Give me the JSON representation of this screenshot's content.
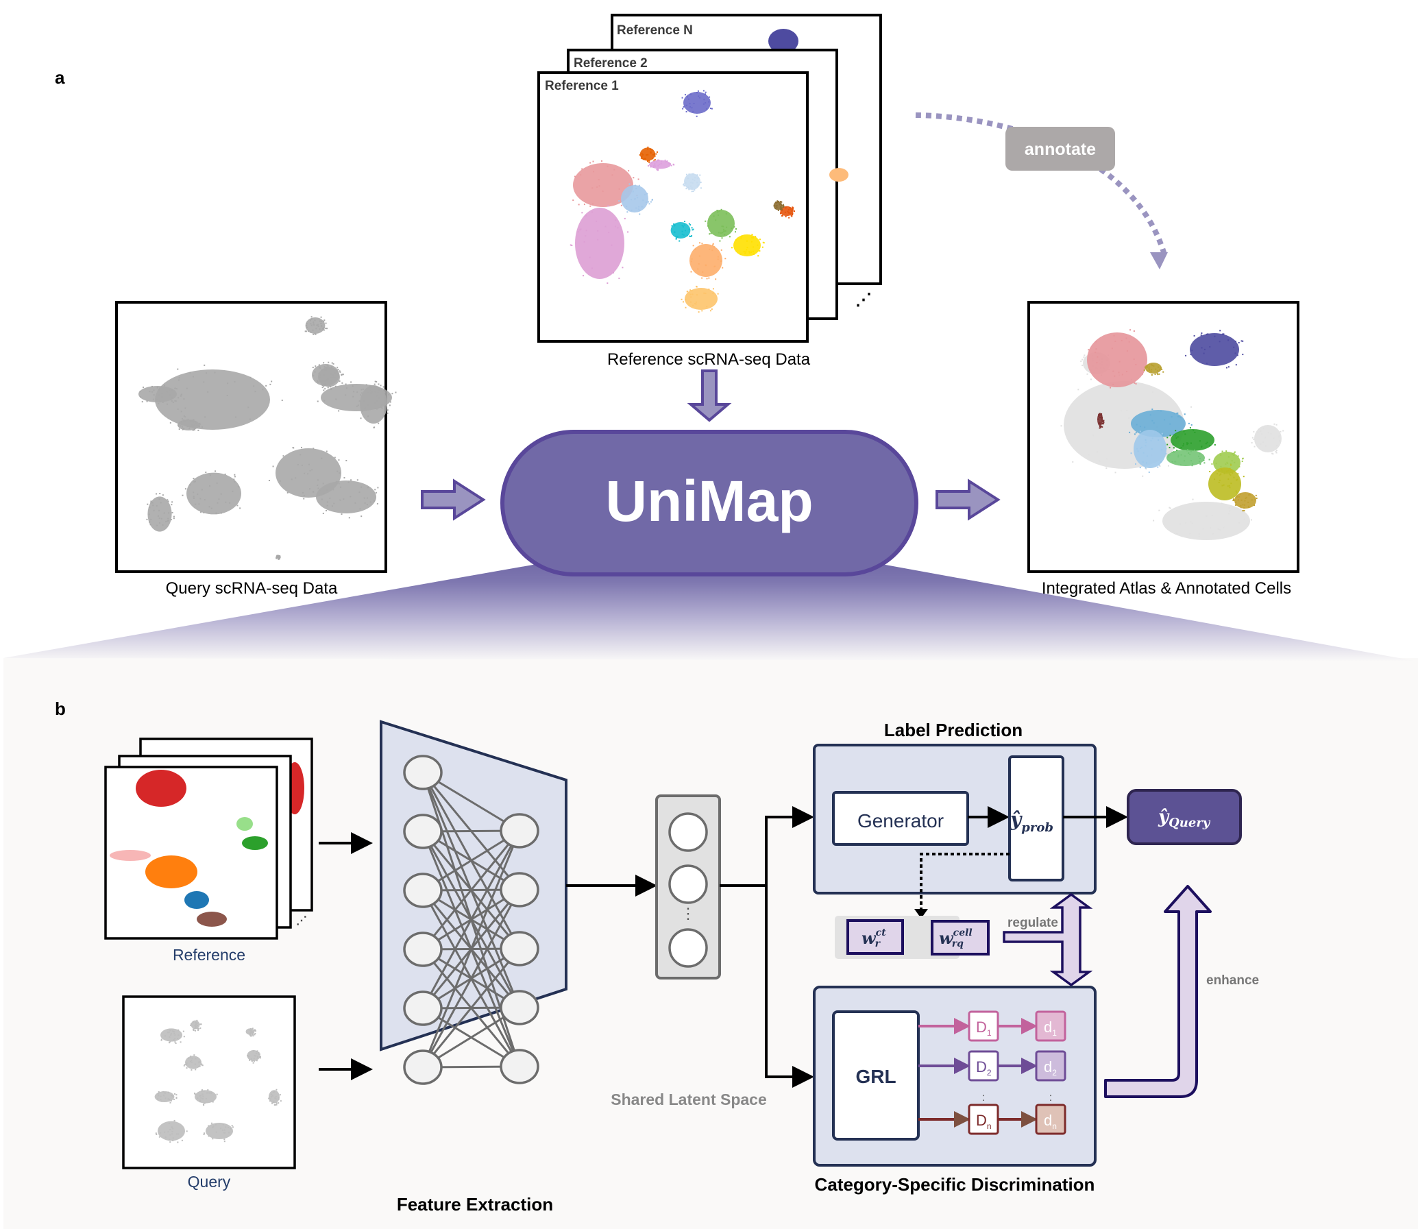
{
  "panel_a": {
    "label": "a",
    "query": {
      "caption": "Query scRNA-seq Data"
    },
    "reference": {
      "caption": "Reference scRNA-seq Data",
      "stack_titles": [
        "Reference N",
        "Reference 2",
        "Reference 1"
      ],
      "ellipsis": "⋰"
    },
    "model": {
      "name": "UniMap"
    },
    "annotate_badge": "annotate",
    "output": {
      "caption": "Integrated Atlas & Annotated Cells"
    }
  },
  "panel_b": {
    "label": "b",
    "inputs": {
      "reference_label": "Reference",
      "query_label": "Query"
    },
    "feature_extraction": {
      "title": "Feature Extraction",
      "layer_sizes": [
        6,
        5
      ]
    },
    "latent": {
      "title": "Shared Latent Space",
      "ellipsis": "⋮"
    },
    "label_prediction": {
      "title": "Label Prediction",
      "generator": "Generator",
      "y_prob": {
        "base": "ŷ",
        "sub": "prob"
      }
    },
    "weights": [
      {
        "base": "w",
        "sup": "ct",
        "sub": "r"
      },
      {
        "base": "w",
        "sup": "cell",
        "sub": "rq"
      }
    ],
    "regulate": "regulate",
    "enhance": "enhance",
    "y_query": {
      "base": "ŷ",
      "sub": "Query"
    },
    "discrimination": {
      "title": "Category-Specific Discrimination",
      "grl": "GRL",
      "rows": [
        {
          "D": "D",
          "D_sub": "1",
          "d": "d",
          "d_sub": "1",
          "color": "#c2629c",
          "fill": "#e3b8d3"
        },
        {
          "D": "D",
          "D_sub": "2",
          "d": "d",
          "d_sub": "2",
          "color": "#6e4c96",
          "fill": "#cdbcdc"
        },
        {
          "D": "D",
          "D_sub": "n",
          "d": "d",
          "d_sub": "n",
          "color": "#7d2a2a",
          "fill": "#dfc2b7"
        }
      ],
      "ellipsis": ":"
    }
  },
  "colors": {
    "purple_main": "#7169a7",
    "purple_dark": "#59479a",
    "purple_light": "#9a94c0",
    "navy": "#243154",
    "panel_fill": "#dde1ee",
    "lavender": "#e0d5ea",
    "badge_gray": "#aca8a8"
  }
}
